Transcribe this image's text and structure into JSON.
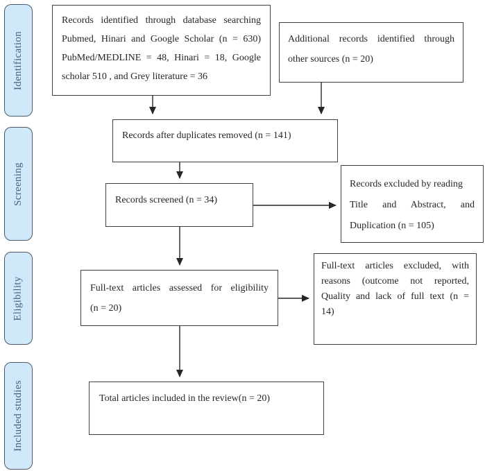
{
  "figure": {
    "type": "prisma-flow-diagram"
  },
  "sidebar": {
    "stages": [
      {
        "label": "Identification"
      },
      {
        "label": "Screening"
      },
      {
        "label": "Eligibility"
      },
      {
        "label": "Included studies"
      }
    ]
  },
  "boxes": {
    "identified": {
      "n": 630,
      "lines": [
        "Records identified through database searching",
        "Pubmed, Hinari and Google Scholar (n = 630)",
        "PubMed/MEDLINE = 48, Hinari = 18, Google",
        "scholar  510 , and Grey literature = 36"
      ]
    },
    "additional": {
      "n": 20,
      "lines": [
        "Additional records identified through",
        "other sources (n = 20)"
      ]
    },
    "duplicates_removed": {
      "n": 141,
      "text": "Records after duplicates removed (n = 141)"
    },
    "screened": {
      "n": 34,
      "text": "Records screened (n = 34)"
    },
    "excluded_screening": {
      "n": 105,
      "lines": [
        "Records excluded by reading",
        "Title and Abstract, and",
        "Duplication (n = 105)"
      ]
    },
    "fulltext_assessed": {
      "n": 20,
      "lines": [
        "Full-text articles assessed for eligibility",
        "(n = 20)"
      ]
    },
    "fulltext_excluded": {
      "n": 14,
      "lines": [
        "Full-text articles excluded, with",
        "reasons (outcome not reported,",
        "Quality and lack of full text (n =",
        "14)"
      ]
    },
    "included": {
      "n": 20,
      "text": "Total articles included in the review(n = 20)"
    }
  },
  "colors": {
    "stage_fill": "#cfe9fb",
    "stage_border": "#4a5a6a",
    "stage_text": "#44627e",
    "box_border": "#404040",
    "arrow": "#262626",
    "background": "#ffffff"
  }
}
